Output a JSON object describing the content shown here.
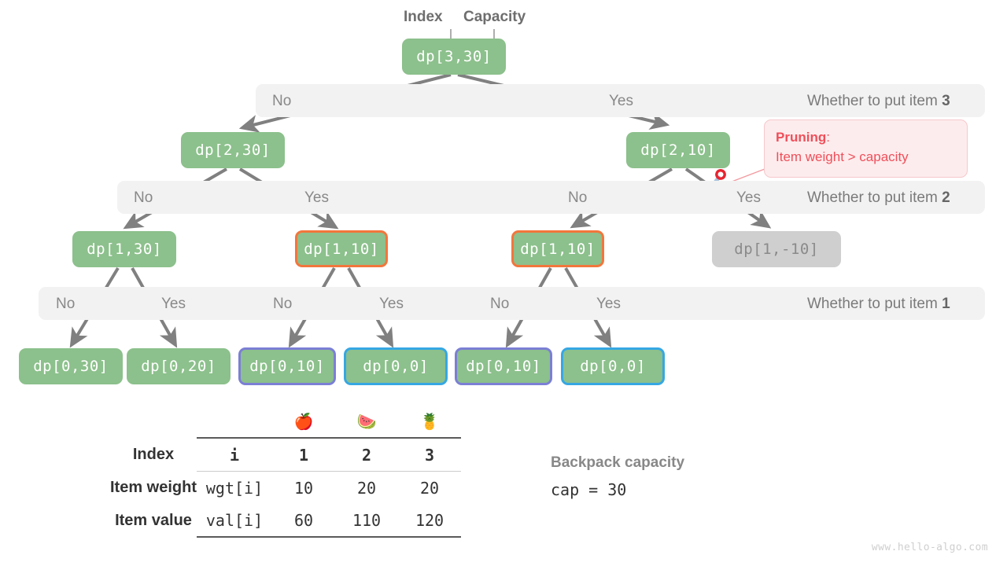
{
  "header": {
    "index_label": "Index",
    "capacity_label": "Capacity"
  },
  "nodes": {
    "root": "dp[3,30]",
    "l2_left": "dp[2,30]",
    "l2_right": "dp[2,10]",
    "l3_a": "dp[1,30]",
    "l3_b": "dp[1,10]",
    "l3_c": "dp[1,10]",
    "l3_d": "dp[1,-10]",
    "l4_a": "dp[0,30]",
    "l4_b": "dp[0,20]",
    "l4_c": "dp[0,10]",
    "l4_d": "dp[0,0]",
    "l4_e": "dp[0,10]",
    "l4_f": "dp[0,0]"
  },
  "bands": {
    "row3": {
      "no": "No",
      "yes": "Yes",
      "question_prefix": "Whether to put item ",
      "question_num": "3"
    },
    "row2": {
      "no_left": "No",
      "yes_left": "Yes",
      "no_right": "No",
      "yes_right": "Yes",
      "question_prefix": "Whether to put item ",
      "question_num": "2"
    },
    "row1": {
      "no_a": "No",
      "yes_a": "Yes",
      "no_b": "No",
      "yes_b": "Yes",
      "no_c": "No",
      "yes_c": "Yes",
      "question_prefix": "Whether to put item ",
      "question_num": "1"
    }
  },
  "callout": {
    "title": "Pruning",
    "colon": ":",
    "text": "Item weight > capacity"
  },
  "icons": {
    "scissors": "scissors-icon"
  },
  "table": {
    "items": [
      {
        "emoji": "🍎",
        "name": "apple-emoji"
      },
      {
        "emoji": "🍉",
        "name": "watermelon-emoji"
      },
      {
        "emoji": "🍍",
        "name": "pineapple-emoji"
      }
    ],
    "rows": [
      {
        "header": "Index",
        "key": "i",
        "values": [
          "1",
          "2",
          "3"
        ],
        "bold": true
      },
      {
        "header": "Item weight",
        "key": "wgt[i]",
        "values": [
          "10",
          "20",
          "20"
        ],
        "bold": false
      },
      {
        "header": "Item value",
        "key": "val[i]",
        "values": [
          "60",
          "110",
          "120"
        ],
        "bold": false
      }
    ]
  },
  "capacity": {
    "title": "Backpack capacity",
    "value": "cap = 30"
  },
  "watermark": "www.hello-algo.com",
  "colors": {
    "node_green": "#8cc08c",
    "band_gray": "#f2f2f2",
    "orange": "#f2763c",
    "purple": "#7b7fd4",
    "blue": "#36a7e3",
    "muted": "#cfcfcf",
    "pruning_red": "#ef4f5a",
    "arrow_gray": "#808080"
  }
}
